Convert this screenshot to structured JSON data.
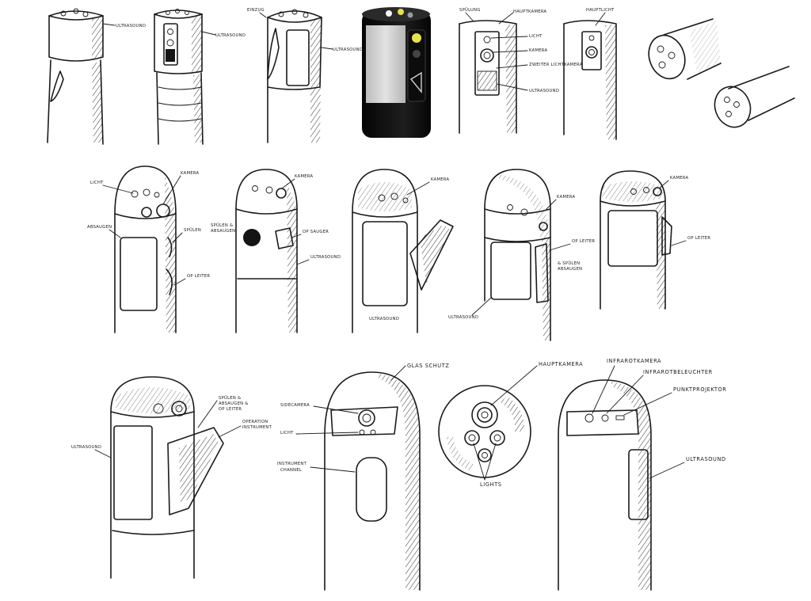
{
  "sketch_row1": {
    "s1_ultraschall": "ULTRASOUND",
    "s2_ultraschall": "ULTRASOUND",
    "s3_einzug": "EINZUG",
    "s3_ultraschall": "ULTRASOUND",
    "s5_spuelung": "SPÜLUNG",
    "s5_hauptkamera": "HAUPTKAMERA",
    "s5_licht": "LICHT",
    "s5_kamera": "KAMERA",
    "s5_zweite_kamera": "ZWEITER LICHTKAMERA",
    "s5_ultraschall": "ULTRASOUND",
    "s6_hauptlicht": "HAUPTLICHT"
  },
  "sketch_row2": {
    "a_licht": "LICHT",
    "a_kamera": "KAMERA",
    "a_absaugen": "ABSAUGEN",
    "a_spuelen": "SPÜLEN",
    "a_op_leiter": "OP LEITER",
    "b_kamera": "KAMERA",
    "b_spuelen": "SPÜLEN &",
    "b_absaugen": "ABSAUGEN",
    "b_op_sauger": "OP SAUGER",
    "b_ultraschall": "ULTRASOUND",
    "c_kamera": "KAMERA",
    "c_ultraschall": "ULTRASOUND",
    "d_kamera": "KAMERA",
    "d_op_leiter": "OP LEITER",
    "d_spuelen": "& SPÜLEN",
    "d_absaugen": "ABSAUGEN",
    "d_ultraschall": "ULTRASOUND",
    "e_kamera": "KAMERA",
    "e_op_leiter": "OP LEITER"
  },
  "sketch_row3": {
    "f_spuelen": "SPÜLEN &",
    "f_absaugen": "ABSAUGEN &",
    "f_op_leiter": "OP LEITER",
    "f_operation": "OPERATION",
    "f_instrument": "INSTRUMENT",
    "f_ultraschall": "ULTRASOUND",
    "g_glasschutz": "GLAS SCHUTZ",
    "g_sidecamera": "SIDECAMERA",
    "g_licht": "LICHT",
    "g_instrument": "INSTRUMENT",
    "g_channel": "CHANNEL",
    "h_hauptkamera": "HAUPTKAMERA",
    "h_lights": "LIGHTS",
    "i_infrarotkamera": "INFRAROTKAMERA",
    "i_infrarotbeleuchter": "INFRAROTBELEUCHTER",
    "i_punktprojektor": "PUNKTPROJEKTOR",
    "i_ultraschall": "ULTRASOUND"
  },
  "colors": {
    "ink": "#1a1a1a",
    "render_body": "#141414",
    "render_panel": "#cfcfcf",
    "render_lens_yellow": "#e8e24a"
  }
}
